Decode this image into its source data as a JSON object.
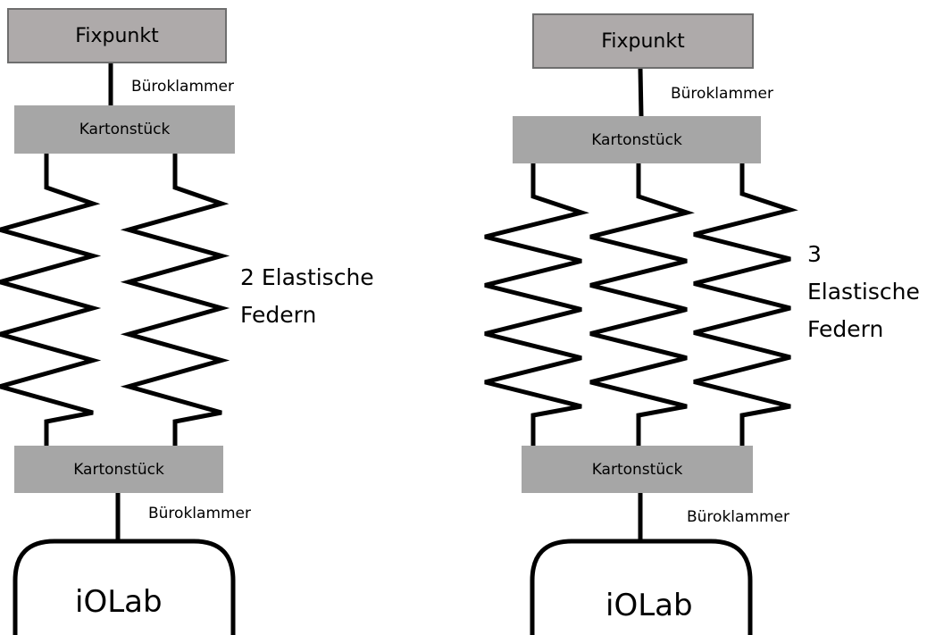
{
  "left": {
    "fixpunkt": "Fixpunkt",
    "clip_top": "Büroklammer",
    "karton_top": "Kartonstück",
    "springs_label_line1": "2 Elastische",
    "springs_label_line2": "Federn",
    "karton_bottom": "Kartonstück",
    "clip_bottom": "Büroklammer",
    "device": "iOLab",
    "spring_count": 2
  },
  "right": {
    "fixpunkt": "Fixpunkt",
    "clip_top": "Büroklammer",
    "karton_top": "Kartonstück",
    "springs_label_line1": "3",
    "springs_label_line2": "Elastische",
    "springs_label_line3": "Federn",
    "karton_bottom": "Kartonstück",
    "clip_bottom": "Büroklammer",
    "device": "iOLab",
    "spring_count": 3
  },
  "colors": {
    "fixpunkt_fill": "#aeaaaa",
    "karton_fill": "#a6a6a6",
    "line": "#000000"
  }
}
